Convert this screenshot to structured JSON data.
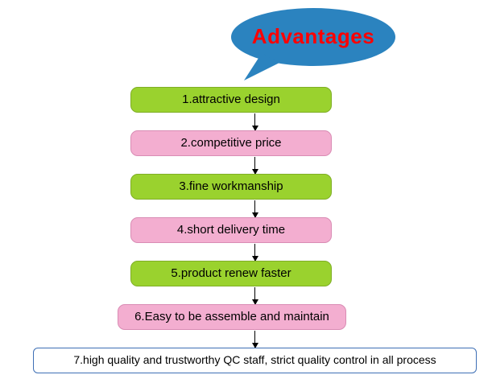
{
  "title_bubble": {
    "text": "Advantages",
    "fill_color": "#2b83bf",
    "text_color": "#ff0000"
  },
  "colors": {
    "green": "#9ad22e",
    "pink": "#f3aed0",
    "blue_border": "#3e6fb5",
    "arrow": "#000000"
  },
  "nodes": [
    {
      "label": "1.attractive design",
      "style": "green"
    },
    {
      "label": "2.competitive price",
      "style": "pink"
    },
    {
      "label": "3.fine workmanship",
      "style": "green"
    },
    {
      "label": "4.short delivery time",
      "style": "pink"
    },
    {
      "label": "5.product renew faster",
      "style": "green"
    },
    {
      "label": "6.Easy to be assemble and maintain",
      "style": "pink"
    },
    {
      "label": "7.high quality and trustworthy QC staff, strict quality control in all process",
      "style": "blue-outline"
    }
  ]
}
